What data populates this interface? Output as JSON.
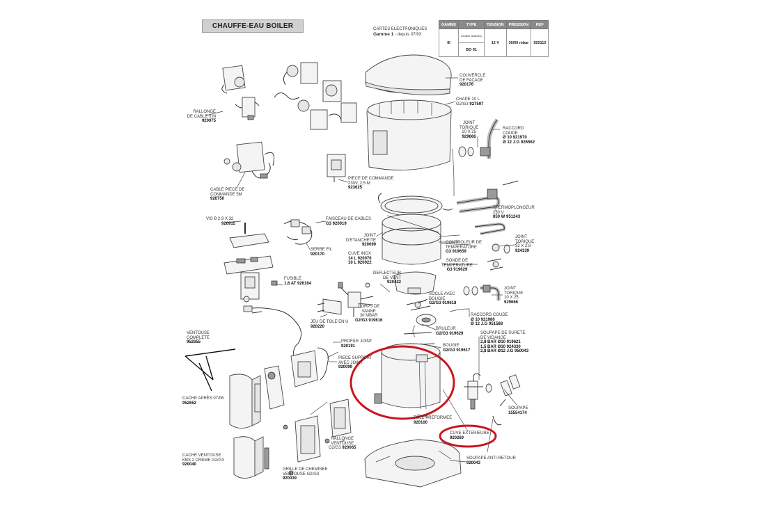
{
  "header": {
    "title": "CHAUFFE-EAU BOILER",
    "cartes_line1": "CARTES ELECTRONIQUES",
    "cartes_line2_bold": "Gamme 1",
    "cartes_line2_rest": " - depuis 07/93"
  },
  "spec_table": {
    "headers": [
      "GAMME",
      "TYPE",
      "TENSION",
      "PRESSION",
      "REF"
    ],
    "type_note": "modèle antérieur",
    "row": [
      "III",
      "BO 91",
      "12 V",
      "30/50 mbar",
      "920110"
    ]
  },
  "labels": [
    {
      "id": "couvercle",
      "lines": [
        "COUVERCLE",
        "DE FAÇADE"
      ],
      "ref": "920176"
    },
    {
      "id": "chape",
      "lines": [
        "CHAPE 10 L",
        "G2/G3"
      ],
      "ref": "927597"
    },
    {
      "id": "joint-torique-1",
      "lines": [
        "JOINT",
        "TORIQUE",
        "10 X 25"
      ],
      "ref": "929666"
    },
    {
      "id": "raccord-coude-1",
      "lines": [
        "RACCORD",
        "COUDE",
        "Ø 10   921970",
        "Ø 12 J.G  926562"
      ],
      "ref": ""
    },
    {
      "id": "rallonge-5m",
      "lines": [
        "RALLONGE",
        "DE CABLE 5 M"
      ],
      "ref": "920075"
    },
    {
      "id": "cable-piece",
      "lines": [
        "CABLE PIECE DE",
        "COMMANDE 5M"
      ],
      "ref": "926750"
    },
    {
      "id": "piece-commande",
      "lines": [
        "PIECE DE COMMANDE",
        "230V, 2,5 M"
      ],
      "ref": "923625"
    },
    {
      "id": "thermoplongeur",
      "lines": [
        "THERMOPLONGEUR",
        "230 V",
        "850 W  951243"
      ],
      "ref": ""
    },
    {
      "id": "faisceau",
      "lines": [
        "FAISCEAU DE CABLES",
        "G3  920019"
      ],
      "ref": ""
    },
    {
      "id": "vis",
      "lines": [
        "VIS B 2,9 X 32"
      ],
      "ref": "920915"
    },
    {
      "id": "joint-etancheite",
      "lines": [
        "JOINT",
        "D'ETANCHEITE"
      ],
      "ref": "920099"
    },
    {
      "id": "cuve-inox",
      "lines": [
        "CUVE INOX",
        "14 L   920076",
        "10 L   920022"
      ],
      "ref": ""
    },
    {
      "id": "controleur",
      "lines": [
        "CONTROLEUR DE",
        "TEMPERATURE",
        "G3   919659"
      ],
      "ref": ""
    },
    {
      "id": "joint-torique-2",
      "lines": [
        "JOINT",
        "TORIQUE",
        "32 X 2,8"
      ],
      "ref": "924339"
    },
    {
      "id": "serre-fil",
      "lines": [
        "SERRE FIL"
      ],
      "ref": "920170"
    },
    {
      "id": "sonde",
      "lines": [
        "SONDE DE",
        "TEMPERATURE",
        "G3   919629"
      ],
      "ref": ""
    },
    {
      "id": "deflecteur",
      "lines": [
        "DEFLECTEUR",
        "DE VENT"
      ],
      "ref": "920422"
    },
    {
      "id": "fusible",
      "lines": [
        "FUSIBLE",
        "1,6 AT  926164"
      ],
      "ref": ""
    },
    {
      "id": "socle",
      "lines": [
        "SOCLE AVEC",
        "BOUGIE",
        "G2/G3   919618"
      ],
      "ref": ""
    },
    {
      "id": "joint-torique-3",
      "lines": [
        "JOINT",
        "TORIQUE",
        "10 X 25"
      ],
      "ref": "929666"
    },
    {
      "id": "corps-vanne",
      "lines": [
        "CORPS DE",
        "VANNE",
        "30 MBAR",
        "G2/G3   919616"
      ],
      "ref": ""
    },
    {
      "id": "raccord-coude-2",
      "lines": [
        "RACCORD COUDE",
        "Ø 10    921980",
        "Ø 12 J.G  951588"
      ],
      "ref": ""
    },
    {
      "id": "jeu-tole",
      "lines": [
        "JEU DE TOLE EN U"
      ],
      "ref": "920220"
    },
    {
      "id": "bruleur",
      "lines": [
        "BRULEUR",
        "G2/G3   919629"
      ],
      "ref": ""
    },
    {
      "id": "ventouse",
      "lines": [
        "VENTOUSE",
        "COMPLETE"
      ],
      "ref": "952655"
    },
    {
      "id": "profile-joint",
      "lines": [
        "PROFILE JOINT"
      ],
      "ref": "920191"
    },
    {
      "id": "soupape-surete",
      "lines": [
        "SOUPAPE DE SURETE",
        "DE VIDANGE",
        "2,8 BAR Ø10   919621",
        "1,5 BAR Ø10   924330",
        "2,8 BAR Ø12 J.G  950043"
      ],
      "ref": ""
    },
    {
      "id": "bougie",
      "lines": [
        "BOUGIE",
        "G2/G3   919617"
      ],
      "ref": ""
    },
    {
      "id": "piece-support",
      "lines": [
        "PIECE SUPPORT",
        "AVEC JOINT"
      ],
      "ref": "920099"
    },
    {
      "id": "cache-apres",
      "lines": [
        "CACHE APRÈS 07/06"
      ],
      "ref": "952652"
    },
    {
      "id": "soupape",
      "lines": [
        "SOUPAPE"
      ],
      "ref": "15554174"
    },
    {
      "id": "tole-preformee",
      "lines": [
        "TOLE PREFORMEE"
      ],
      "ref": "920100"
    },
    {
      "id": "cuve-exterieure",
      "lines": [
        "CUVE EXTERIEURE"
      ],
      "ref": "920269"
    },
    {
      "id": "rallonge-ventouse",
      "lines": [
        "RALLONGE",
        "VENTOUSE",
        "G2/G3"
      ],
      "ref": "920065"
    },
    {
      "id": "cache-ventouse",
      "lines": [
        "CACHE VENTOUSE",
        "KBS 2 CREME G2/G3"
      ],
      "ref": "920040"
    },
    {
      "id": "grille",
      "lines": [
        "GRILLE DE CHEMINEE",
        "VENTOUSE G2/G3"
      ],
      "ref": "920039"
    },
    {
      "id": "soupape-anti-retour",
      "lines": [
        "SOUPAPE ANTI-RETOUR"
      ],
      "ref": "920043"
    }
  ],
  "colors": {
    "highlight": "#c8161e",
    "title_bg": "#d0d0d0",
    "table_header": "#8a8a8a"
  }
}
